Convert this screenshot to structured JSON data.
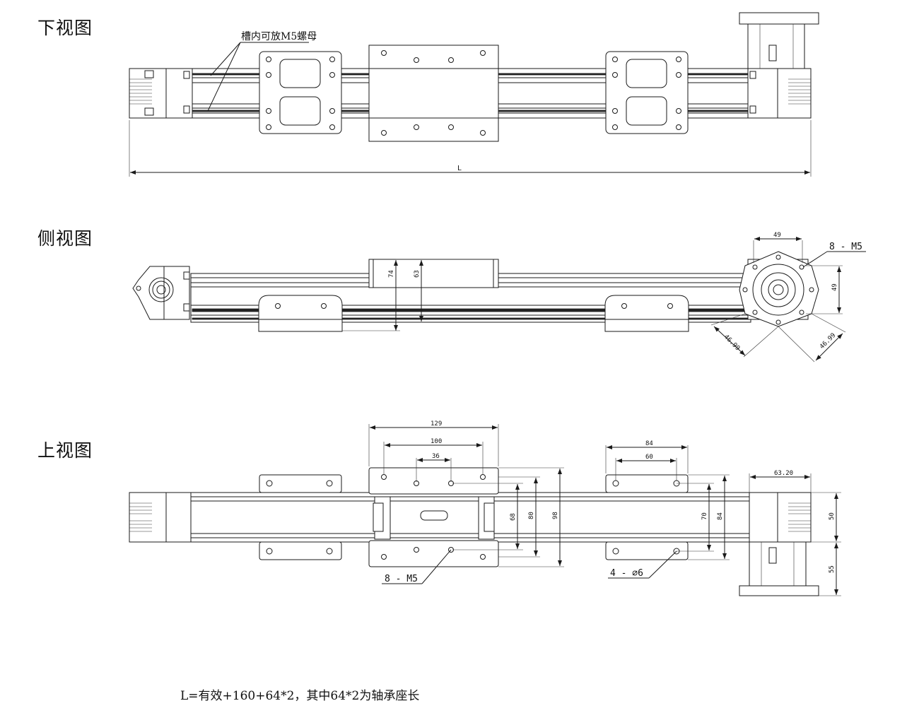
{
  "views": {
    "bottom": {
      "title": "下视图",
      "note": "槽内可放M5螺母",
      "dim_L": "L"
    },
    "side": {
      "title": "侧视图",
      "dims": {
        "d49_top": "49",
        "d49_right": "49",
        "d74": "74",
        "d63": "63",
        "d46_99_a": "46.99",
        "d46_99_b": "46.99",
        "holes": "8 - M5"
      }
    },
    "top": {
      "title": "上视图",
      "dims": {
        "d129": "129",
        "d100": "100",
        "d36": "36",
        "d84_top": "84",
        "d60": "60",
        "d63_20": "63.20",
        "d68": "68",
        "d80": "80",
        "d98": "98",
        "d70": "70",
        "d84_side": "84",
        "d50": "50",
        "d55": "55",
        "holes_m5": "8 - M5",
        "holes_phi6": "4 - ∅6"
      }
    }
  },
  "footnote": "L=有效+160+64*2，其中64*2为轴承座长"
}
